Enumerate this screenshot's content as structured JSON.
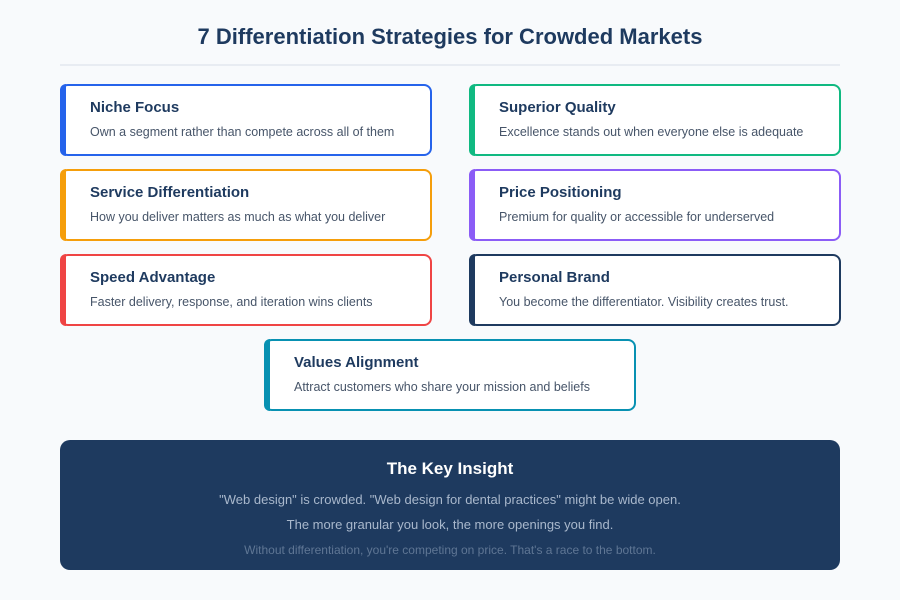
{
  "header": {
    "title": "7 Differentiation Strategies for Crowded Markets"
  },
  "strategies": [
    {
      "title": "Niche Focus",
      "description": "Own a segment rather than compete across all of them",
      "color": "#2563eb"
    },
    {
      "title": "Superior Quality",
      "description": "Excellence stands out when everyone else is adequate",
      "color": "#10b981"
    },
    {
      "title": "Service Differentiation",
      "description": "How you deliver matters as much as what you deliver",
      "color": "#f59e0b"
    },
    {
      "title": "Price Positioning",
      "description": "Premium for quality or accessible for underserved",
      "color": "#8b5cf6"
    },
    {
      "title": "Speed Advantage",
      "description": "Faster delivery, response, and iteration wins clients",
      "color": "#ef4444"
    },
    {
      "title": "Personal Brand",
      "description": "You become the differentiator. Visibility creates trust.",
      "color": "#1e3a5f"
    },
    {
      "title": "Values Alignment",
      "description": "Attract customers who share your mission and beliefs",
      "color": "#0891b2"
    }
  ],
  "insight": {
    "title": "The Key Insight",
    "line1": "\"Web design\" is crowded. \"Web design for dental practices\" might be wide open.",
    "line2": "The more granular you look, the more openings you find.",
    "line3": "Without differentiation, you're competing on price. That's a race to the bottom."
  }
}
